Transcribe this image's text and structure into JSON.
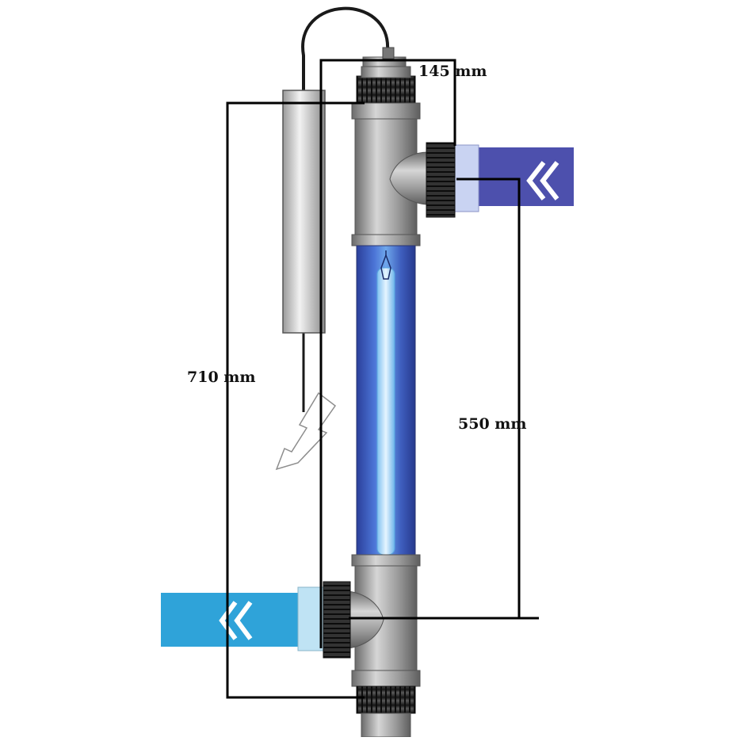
{
  "dimensions": {
    "width_label": "145 mm",
    "total_height_label": "710 mm",
    "port_spacing_label": "550 mm"
  },
  "flow": {
    "inlet_icon": "double-chevron-left-icon",
    "outlet_icon": "double-chevron-left-icon",
    "inlet_color": "#4d50ad",
    "outlet_color": "#2fa3d9"
  },
  "colors": {
    "housing": "#8e8e8e",
    "housing_light": "#cfcfcf",
    "uv_chamber": "#3e63c4",
    "uv_lamp": "#9ed2f7",
    "nut": "#2a2a2a",
    "ballast": "#c8c8c8",
    "line": "#000000"
  },
  "icons": {
    "electric": "lightning-arrow-icon",
    "bulb": "lamp-bulb-icon"
  }
}
